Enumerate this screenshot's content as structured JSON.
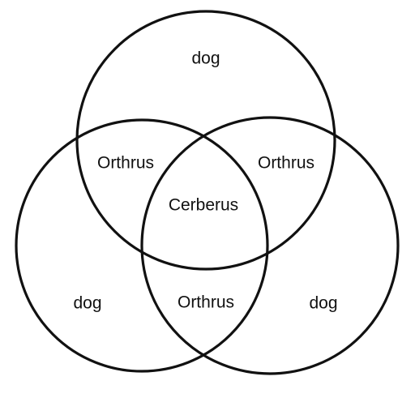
{
  "diagram": {
    "type": "venn",
    "sets": 3,
    "colors": {
      "stroke": "#111111",
      "background": "#ffffff",
      "text": "#111111"
    },
    "regions": {
      "top_only": "dog",
      "left_only": "dog",
      "right_only": "dog",
      "top_left": "Orthrus",
      "top_right": "Orthrus",
      "left_right": "Orthrus",
      "center": "Cerberus"
    }
  }
}
